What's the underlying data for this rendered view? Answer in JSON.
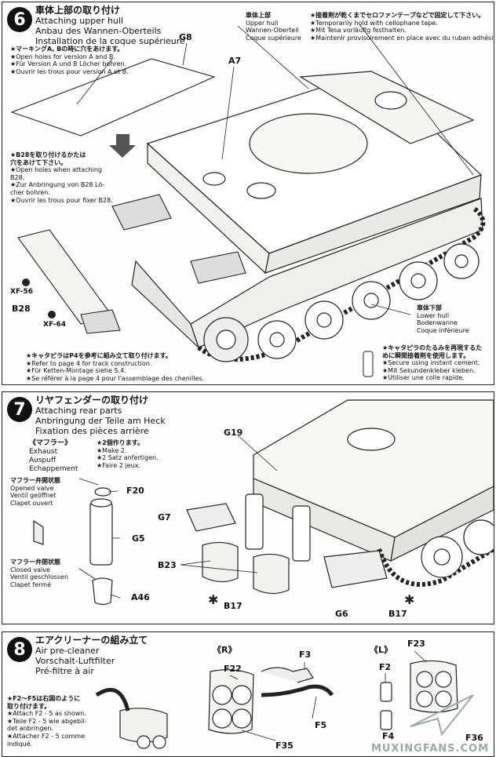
{
  "step6": {
    "number": "6",
    "title_jp": "車体上部の取り付け",
    "title_en": "Attaching upper hull",
    "title_de": "Anbau des Wannen-Oberteils",
    "title_fr": "Installation de la coque supérieure",
    "upper_hull_jp": "車体上部",
    "upper_hull_en": "Upper hull",
    "upper_hull_de": "Wannen-Oberteil",
    "upper_hull_fr": "Coque supérieure",
    "tape_jp": "★接着剤が乾くまでセロファンテープなどで固定して下さい。",
    "tape_en": "★Temporarily hold with cellophane tape.",
    "tape_de": "★Mit Tesa vorläufig festhalten.",
    "tape_fr": "★Maintenir provisoirement en place avec du ruban adhésif.",
    "marking_jp": "★マーキングA, Bの時に穴をあけます。",
    "marking_en": "★Open holes for version A and B.",
    "marking_de": "★Für Version A und B Löcher bohren.",
    "marking_fr": "★Ouvrir les trous pour version A et B.",
    "b28_jp1": "★B28を取り付けるかたは",
    "b28_jp2": "穴をあけて下さい。",
    "b28_en1": "★Open holes when attaching",
    "b28_en2": "B28.",
    "b28_de1": "★Zur Anbringung von B28 Lö-",
    "b28_de2": "cher bohren.",
    "b28_fr": "★Ouvrir les trous pour fixer B28.",
    "track_jp": "★キャタピラはP4を参考に組み立て取り付けます。",
    "track_en": "★Refer to page 4 for track construction.",
    "track_de": "★Für Ketten-Montage siehe S.4.",
    "track_fr": "★Se référer à la page 4 pour l'assemblage des chenilles.",
    "lower_hull_jp": "車体下部",
    "lower_hull_en": "Lower hull",
    "lower_hull_de": "Bodenwanne",
    "lower_hull_fr": "Coque inférieure",
    "sag_jp1": "★キャタピラのたるみを再現するた",
    "sag_jp2": "めに瞬間接着剤を使用します。",
    "sag_en": "★Secure using instant cement.",
    "sag_de": "★Mit Sekundenkleber kleben.",
    "sag_fr": "★Utiliser une colle rapide.",
    "parts": {
      "g8": "G8",
      "a7": "A7",
      "b28": "B28",
      "xf56": "XF-56",
      "xf64": "XF-64"
    }
  },
  "step7": {
    "number": "7",
    "title_jp": "リヤフェンダーの取り付け",
    "title_en": "Attaching rear parts",
    "title_de": "Anbringung der Teile am Heck",
    "title_fr": "Fixation des pièces arrière",
    "muffler_jp": "《マフラー》",
    "muffler_en": "Exhaust",
    "muffler_de": "Auspuff",
    "muffler_fr": "Echappement",
    "make2_jp": "★2個作ります。",
    "make2_en": "★Make 2.",
    "make2_de": "★2 Satz anfertigen.",
    "make2_fr": "★Faire 2 jeux.",
    "open_jp": "マフラー弁開状態",
    "open_en": "Opened valve",
    "open_de": "Ventil geöffnet",
    "open_fr": "Clapet ouvert",
    "closed_jp": "マフラー弁閉状態",
    "closed_en": "Closed valve",
    "closed_de": "Ventil geschlossen",
    "closed_fr": "Clapet fermé",
    "parts": {
      "g19": "G19",
      "f20": "F20",
      "g7": "G7",
      "g5": "G5",
      "b23": "B23",
      "a46": "A46",
      "b17a": "B17",
      "g6": "G6",
      "b17b": "B17"
    }
  },
  "step8": {
    "number": "8",
    "title_jp": "エアクリーナーの組み立て",
    "title_en": "Air pre-cleaner",
    "title_de": "Vorschalt-Luftfilter",
    "title_fr": "Pré-filtre à air",
    "right_label": "《R》",
    "left_label": "《L》",
    "note_jp1": "★F2～F5は右図のように",
    "note_jp2": "取り付けます。",
    "note_en": "★Attach F2 - 5 as shown.",
    "note_de1": "★Teile F2 - 5 wie abgebil-",
    "note_de2": "det anbringen.",
    "note_fr1": "★Attacher F2 - 5 comme",
    "note_fr2": "indiqué.",
    "parts": {
      "f3": "F3",
      "f22": "F22",
      "f5": "F5",
      "f35": "F35",
      "f23": "F23",
      "f2": "F2",
      "f4": "F4",
      "f36": "F36"
    }
  },
  "watermark": "MUXINGFANS.COM"
}
